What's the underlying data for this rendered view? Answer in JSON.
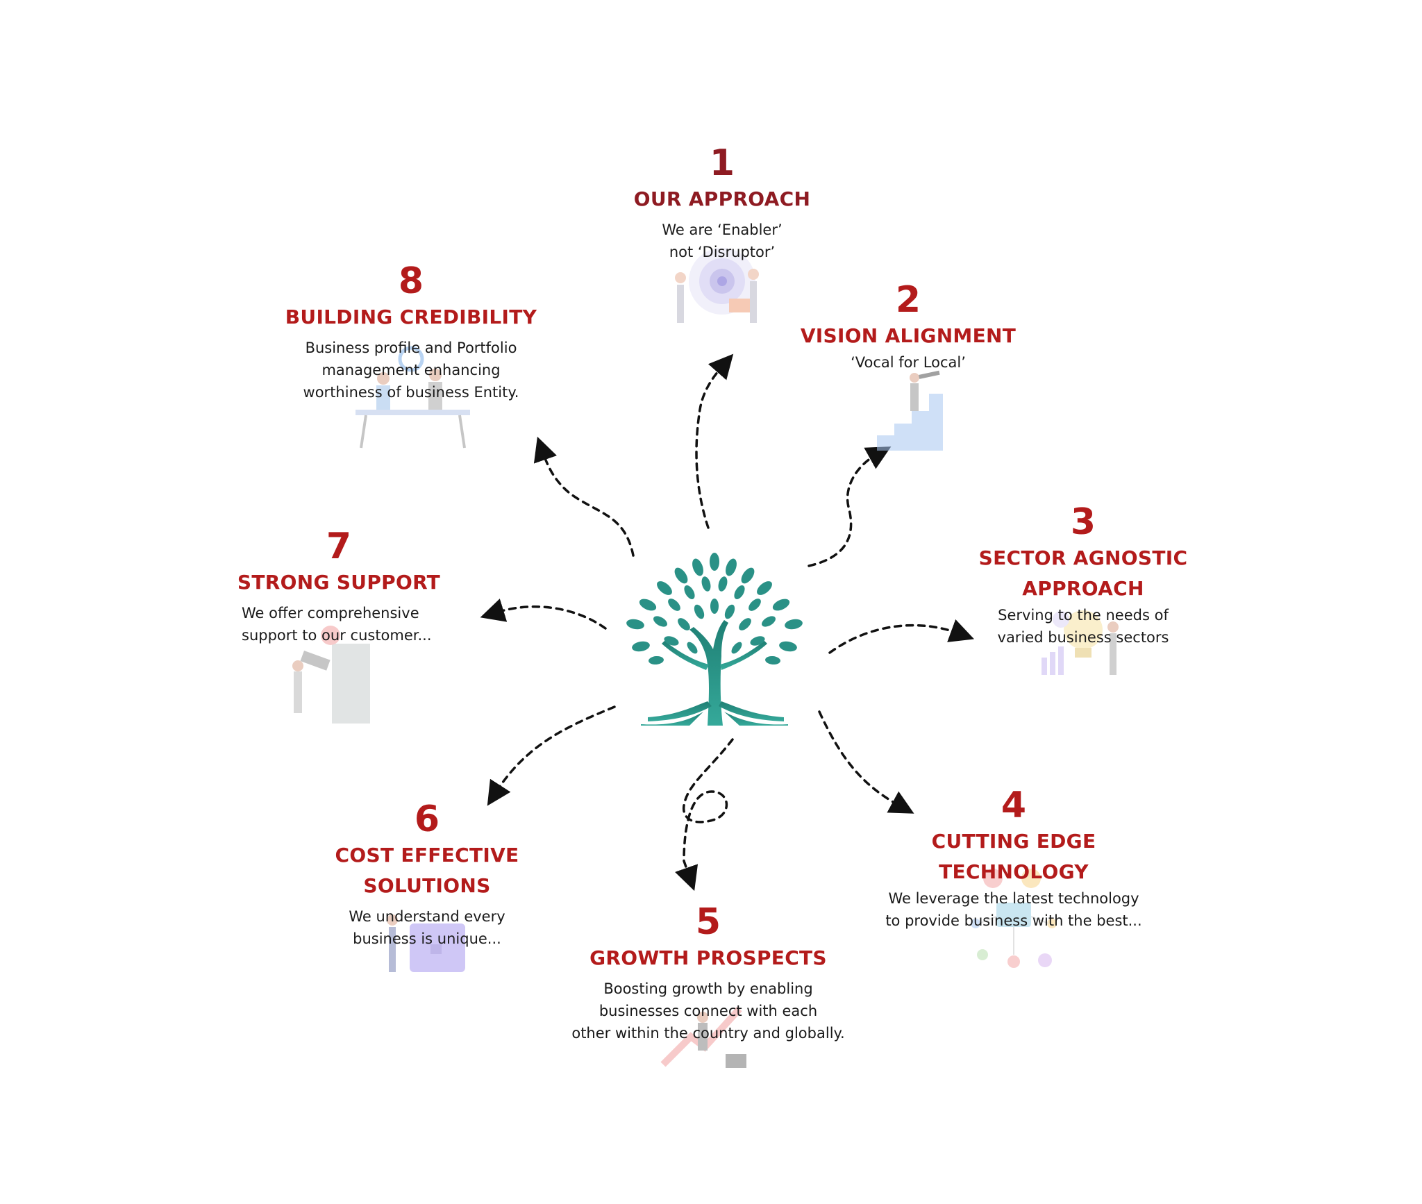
{
  "nodes": [
    {
      "number": "1",
      "title": "OUR APPROACH",
      "description": "We are ‘Enabler’\nnot ‘Disruptor’",
      "illustration": "target-team-illustration"
    },
    {
      "number": "2",
      "title": "VISION  ALIGNMENT",
      "description": "‘Vocal for Local’",
      "illustration": "stairs-telescope-illustration"
    },
    {
      "number": "3",
      "title": "SECTOR AGNOSTIC\nAPPROACH",
      "description": "Serving to the needs of\nvaried business sectors",
      "illustration": "lightbulb-team-illustration"
    },
    {
      "number": "4",
      "title": "CUTTING EDGE\nTECHNOLOGY",
      "description": "We leverage the latest technology\nto provide business with the best...",
      "illustration": "tech-network-illustration"
    },
    {
      "number": "5",
      "title": "GROWTH PROSPECTS",
      "description": "Boosting growth by enabling\nbusinesses connect with each\nother  within the country and globally.",
      "illustration": "growth-chart-illustration"
    },
    {
      "number": "6",
      "title": "COST EFFECTIVE\nSOLUTIONS",
      "description": "We understand every\nbusiness is unique...",
      "illustration": "box-person-illustration"
    },
    {
      "number": "7",
      "title": "STRONG SUPPORT",
      "description": "We offer  comprehensive\nsupport to our customer...",
      "illustration": "support-person-illustration"
    },
    {
      "number": "8",
      "title": "BUILDING CREDIBILITY",
      "description": "Business profile and Portfolio\nmanagement enhancing\nworthiness of business Entity.",
      "illustration": "desk-team-illustration"
    }
  ],
  "colors": {
    "accent_red": "#b31b1b",
    "accent_dark_red": "#8e1b22",
    "tree_teal": "#2a9186",
    "arrow": "#111111",
    "text": "#1a1a1a"
  },
  "center_icon": "tree-logo-icon"
}
